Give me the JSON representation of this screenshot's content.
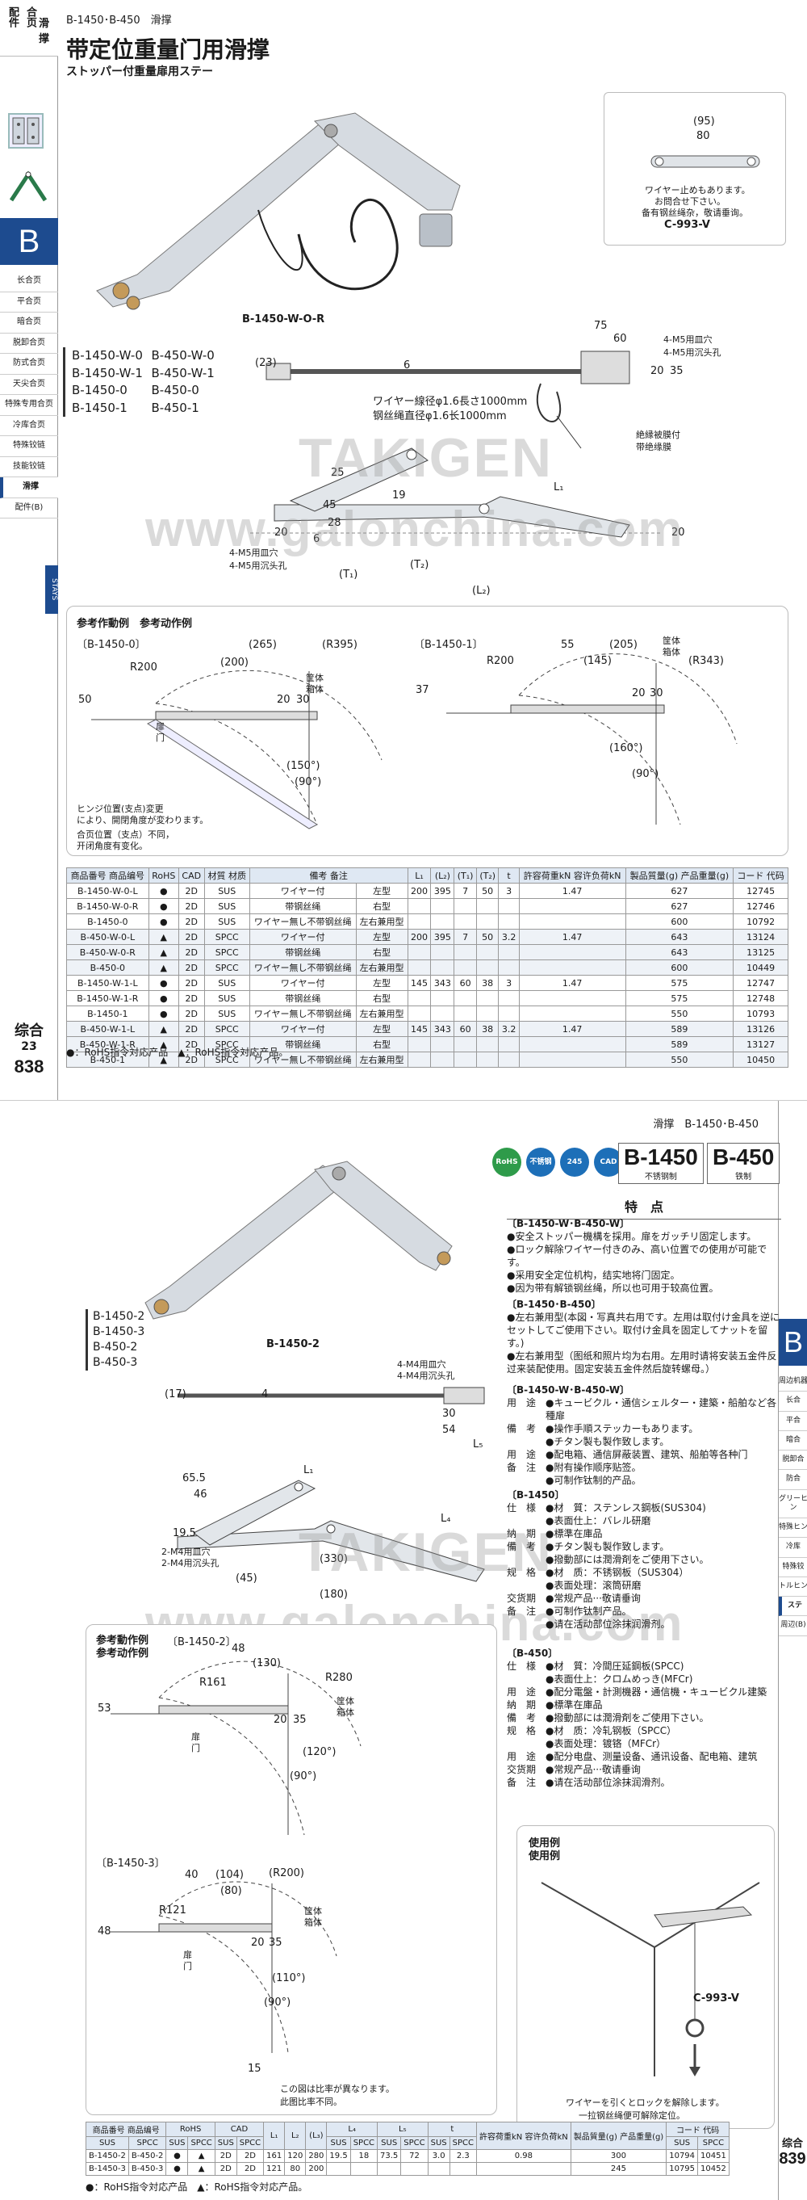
{
  "page1": {
    "category": {
      "c1": "配件",
      "c2": "合页",
      "c3": "滑撑"
    },
    "section_letter": "B",
    "side_items": [
      "长合页",
      "平合页",
      "暗合页",
      "脱卸合页",
      "防式合页",
      "天尖合页",
      "特殊专用合页",
      "冷库合页",
      "特殊铰链",
      "技能铰链",
      "滑撑",
      "配件(B)"
    ],
    "stays_tab": "STAYS",
    "header": "B-1450･B-450　滑撑",
    "title": "带定位重量门用滑撑",
    "subtitle": "ストッパー付重量扉用ステー",
    "drawing_label_main": "B-1450-W-O-R",
    "wire_note": {
      "dims": [
        "(95)",
        "80"
      ],
      "lines": [
        "ワイヤー止めもあります。",
        "お問合せ下さい。",
        "备有钢丝绳杂，敬请垂询。"
      ],
      "code": "C-993-V"
    },
    "models_left": [
      "B-1450-W-0",
      "B-1450-W-1",
      "B-1450-0",
      "B-1450-1"
    ],
    "models_right": [
      "B-450-W-0",
      "B-450-W-1",
      "B-450-0",
      "B-450-1"
    ],
    "dim_labels": {
      "d75": "75",
      "d60": "60",
      "d23": "(23)",
      "d6": "6",
      "d20": "20",
      "d35": "35",
      "holes1": "4-M5用皿穴",
      "holes2": "4-M5用沉头孔",
      "wire1": "ワイヤー線径φ1.6長さ1000mm",
      "wire2": "钢丝绳直径φ1.6长1000mm",
      "tube1": "絶縁被膜付",
      "tube2": "带绝缘膜",
      "l1": "L₁",
      "l2": "(L₂)",
      "t1": "(T₁)",
      "t2": "(T₂)",
      "d25": "25",
      "d45": "45",
      "d28": "28",
      "d20b": "20",
      "d19": "19",
      "d6b": "6",
      "d20c": "20"
    },
    "example": {
      "title": "参考作動例　参考动作例",
      "left_label": "〔B-1450-0〕",
      "right_label": "〔B-1450-1〕",
      "left_dims": [
        "(265)",
        "(200)",
        "(R395)",
        "R200",
        "50",
        "20",
        "30",
        "(150°)",
        "(90°)"
      ],
      "right_dims": [
        "55",
        "(205)",
        "(145)",
        "(R343)",
        "R200",
        "37",
        "20",
        "30",
        "(160°)",
        "(90°)"
      ],
      "frame": "筐体",
      "frame_cn": "箱体",
      "door": "扉",
      "door_cn": "门",
      "note1": "ヒンジ位置(支点)変更",
      "note2": "により、開閉角度が変わります。",
      "note3": "合页位置（支点）不同，",
      "note4": "开闭角度有变化。"
    },
    "table": {
      "headers": [
        "商品番号\n商品编号",
        "RoHS",
        "CAD",
        "材質\n材质",
        "備考\n备注",
        "",
        "L₁",
        "(L₂)",
        "(T₁)",
        "(T₂)",
        "t",
        "許容荷重kN\n容许负荷kN",
        "製品質量(g)\n产品重量(g)",
        "コード\n代码"
      ],
      "rows": [
        [
          "B-1450-W-0-L",
          "●",
          "2D",
          "SUS",
          "ワイヤー付",
          "左型",
          "左型",
          "200",
          "395",
          "7",
          "50",
          "3",
          "1.47",
          "627",
          "12745"
        ],
        [
          "B-1450-W-0-R",
          "●",
          "2D",
          "SUS",
          "带钢丝绳",
          "右型",
          "右型",
          "",
          "",
          "",
          "",
          "",
          "",
          "627",
          "12746"
        ],
        [
          "B-1450-0",
          "●",
          "2D",
          "SUS",
          "ワイヤー無し不带钢丝绳",
          "左右兼用型",
          "左右兼用型",
          "",
          "",
          "",
          "",
          "",
          "",
          "600",
          "10792"
        ],
        [
          "B-450-W-0-L",
          "▲",
          "2D",
          "SPCC",
          "ワイヤー付",
          "左型",
          "左型",
          "200",
          "395",
          "7",
          "50",
          "3.2",
          "1.47",
          "643",
          "13124"
        ],
        [
          "B-450-W-0-R",
          "▲",
          "2D",
          "SPCC",
          "带钢丝绳",
          "右型",
          "右型",
          "",
          "",
          "",
          "",
          "",
          "",
          "643",
          "13125"
        ],
        [
          "B-450-0",
          "▲",
          "2D",
          "SPCC",
          "ワイヤー無し不带钢丝绳",
          "左右兼用型",
          "左右兼用型",
          "",
          "",
          "",
          "",
          "",
          "",
          "600",
          "10449"
        ],
        [
          "B-1450-W-1-L",
          "●",
          "2D",
          "SUS",
          "ワイヤー付",
          "左型",
          "左型",
          "145",
          "343",
          "60",
          "38",
          "3",
          "1.47",
          "575",
          "12747"
        ],
        [
          "B-1450-W-1-R",
          "●",
          "2D",
          "SUS",
          "带钢丝绳",
          "右型",
          "右型",
          "",
          "",
          "",
          "",
          "",
          "",
          "575",
          "12748"
        ],
        [
          "B-1450-1",
          "●",
          "2D",
          "SUS",
          "ワイヤー無し不带钢丝绳",
          "左右兼用型",
          "左右兼用型",
          "",
          "",
          "",
          "",
          "",
          "",
          "550",
          "10793"
        ],
        [
          "B-450-W-1-L",
          "▲",
          "2D",
          "SPCC",
          "ワイヤー付",
          "左型",
          "左型",
          "145",
          "343",
          "60",
          "38",
          "3.2",
          "1.47",
          "589",
          "13126"
        ],
        [
          "B-450-W-1-R",
          "▲",
          "2D",
          "SPCC",
          "带钢丝绳",
          "右型",
          "右型",
          "",
          "",
          "",
          "",
          "",
          "",
          "589",
          "13127"
        ],
        [
          "B-450-1",
          "▲",
          "2D",
          "SPCC",
          "ワイヤー無し不带钢丝绳",
          "左右兼用型",
          "左右兼用型",
          "",
          "",
          "",
          "",
          "",
          "",
          "550",
          "10450"
        ]
      ]
    },
    "legend": "●：RoHS指令対応产品　▲：RoHS指令対応产品。",
    "page_label": "综合",
    "page_small": "23",
    "page_number": "838"
  },
  "page2": {
    "category_letter": "B",
    "side_items": [
      "周边机器",
      "长合",
      "平合",
      "暗合",
      "脱卸合",
      "防合",
      "グリーヒン",
      "特殊ヒン",
      "冷库",
      "特殊铰",
      "トルヒン",
      "ステ",
      "周辺(B)"
    ],
    "header": "滑撑　B-1450･B-450",
    "badges": [
      "RoHS",
      "不锈钢",
      "245",
      "CAD"
    ],
    "model_a": "B-1450",
    "model_a_sub": "不锈钢制",
    "model_b": "B-450",
    "model_b_sub": "铁制",
    "drawing_label": "B-1450-2",
    "models": [
      "B-1450-2",
      "B-1450-3",
      "B-450-2",
      "B-450-3"
    ],
    "dim_labels": {
      "holes1": "4-M4用皿穴",
      "holes2": "4-M4用沉头孔",
      "d17": "(17)",
      "d4": "4",
      "d30": "30",
      "d54": "54",
      "l5": "L₅",
      "d65": "65.5",
      "d46": "46",
      "l1": "L₁",
      "d195": "19.5",
      "l4": "L₄",
      "holes3": "2-M4用皿穴",
      "holes4": "2-M4用沉头孔",
      "d45": "(45)",
      "d180": "(180)",
      "d330": "(330)"
    },
    "features": {
      "title": "特　点",
      "s1_head": "〔B-1450-W･B-450-W〕",
      "s1_lines": [
        "●安全ストッパー機構を採用。扉をガッチリ固定します。",
        "●ロック解除ワイヤー付きのみ、高い位置での使用が可能です。",
        "●采用安全定位机构，结实地将门固定。",
        "●因为带有解锁钢丝绳，所以也可用于较高位置。"
      ],
      "s2_head": "〔B-1450･B-450〕",
      "s2_lines": [
        "●左右兼用型(本図・写真共右用です。左用は取付け金具を逆にセットしてご使用下さい。取付け金具を固定してナットを留す。)",
        "●左右兼用型（图纸和照片均为右用。左用时请将安装五金件反过来装配使用。固定安装五金件然后旋转螺母。）"
      ],
      "s3_head": "〔B-1450-W･B-450-W〕",
      "s3_rows": [
        [
          "用　途",
          "●キュービクル・通信シェルター・建築・船舶など各種扉"
        ],
        [
          "備　考",
          "●操作手順ステッカーもあります。"
        ],
        [
          "",
          "●チタン製も製作致します。"
        ],
        [
          "用　途",
          "●配电箱、通信屏蔽装置、建筑、船舶等各种门"
        ],
        [
          "备　注",
          "●附有操作顺序贴签。"
        ],
        [
          "",
          "●可制作钛制的产品。"
        ]
      ],
      "s4_head": "〔B-1450〕",
      "s4_rows": [
        [
          "仕　様",
          "●材　質：ステンレス鋼板(SUS304)"
        ],
        [
          "",
          "●表面仕上：バレル研磨"
        ],
        [
          "納　期",
          "●標準在庫品"
        ],
        [
          "備　考",
          "●チタン製も製作致します。"
        ],
        [
          "",
          "●撥動部には潤滑剤をご使用下さい。"
        ],
        [
          "规　格",
          "●材　质：不锈钢板（SUS304）"
        ],
        [
          "",
          "●表面处理：滚筒研磨"
        ],
        [
          "交货期",
          "●常规产品···敬请垂询"
        ],
        [
          "备　注",
          "●可制作钛制产品。"
        ],
        [
          "",
          "●请在活动部位涂抹润滑剂。"
        ]
      ],
      "s5_head": "〔B-450〕",
      "s5_rows": [
        [
          "仕　様",
          "●材　質：冷間圧延鋼板(SPCC)"
        ],
        [
          "",
          "●表面仕上：クロムめっき(MFCr)"
        ],
        [
          "用　途",
          "●配分電盤・計測機器・通信機・キュービクル建築"
        ],
        [
          "納　期",
          "●標準在庫品"
        ],
        [
          "備　考",
          "●撥動部には潤滑剤をご使用下さい。"
        ],
        [
          "规　格",
          "●材　质：冷轧钢板（SPCC）"
        ],
        [
          "",
          "●表面处理：镀铬（MFCr）"
        ],
        [
          "用　途",
          "●配分电盘、测量设备、通讯设备、配电箱、建筑"
        ],
        [
          "交货期",
          "●常规产品···敬请垂询"
        ],
        [
          "备　注",
          "●请在活动部位涂抹润滑剂。"
        ]
      ]
    },
    "usage": {
      "title1": "使用例",
      "title2": "使用例",
      "code": "C-993-V",
      "note1": "ワイヤーを引くとロックを解除します。",
      "note2": "一拉钢丝绳便可解除定位。"
    },
    "example": {
      "title1": "参考動作例",
      "title2": "参考动作例",
      "label2": "〔B-1450-2〕",
      "label3": "〔B-1450-3〕",
      "dims2": [
        "48",
        "(130)",
        "R280",
        "R161",
        "20",
        "35",
        "53",
        "(120°)",
        "(90°)"
      ],
      "dims3": [
        "40",
        "(104)",
        "(80)",
        "(R200)",
        "R121",
        "48",
        "20",
        "35",
        "(110°)",
        "(90°)",
        "15"
      ],
      "frame": "筐体",
      "frame_cn": "箱体",
      "door": "扉",
      "door_cn": "门",
      "note1": "この図は比率が異なります。",
      "note2": "此图比率不同。"
    },
    "table": {
      "rows": [
        [
          "B-1450-2",
          "B-450-2",
          "●",
          "▲",
          "2D",
          "2D",
          "161",
          "120",
          "280",
          "19.5",
          "18",
          "73.5",
          "72",
          "3.0",
          "2.3",
          "0.98",
          "300",
          "10794",
          "10451"
        ],
        [
          "B-1450-3",
          "B-450-3",
          "●",
          "▲",
          "2D",
          "2D",
          "121",
          "80",
          "200",
          "",
          "",
          "",
          "",
          "",
          "",
          "",
          "245",
          "10795",
          "10452"
        ]
      ],
      "h_prod": "商品番号\n商品编号",
      "h_sus": "SUS",
      "h_spcc": "SPCC",
      "h_rohs": "RoHS",
      "h_cad": "CAD",
      "h_l1": "L₁",
      "h_l2": "L₂",
      "h_l3": "(L₃)",
      "h_l4": "L₄",
      "h_l5": "L₅",
      "h_t": "t",
      "h_load": "許容荷重kN\n容许负荷kN",
      "h_mass": "製品質量(g)\n产品重量(g)",
      "h_code": "コード\n代码"
    },
    "legend": "●：RoHS指令対応产品　▲：RoHS指令対応产品。",
    "page_label": "综合",
    "page_number": "839"
  },
  "watermark": {
    "w1": "TAKIGEN",
    "w2": "www.galonchina.com"
  },
  "colors": {
    "accent": "#1d4b8f",
    "metal": "#c7ccd3",
    "line": "#333333"
  }
}
